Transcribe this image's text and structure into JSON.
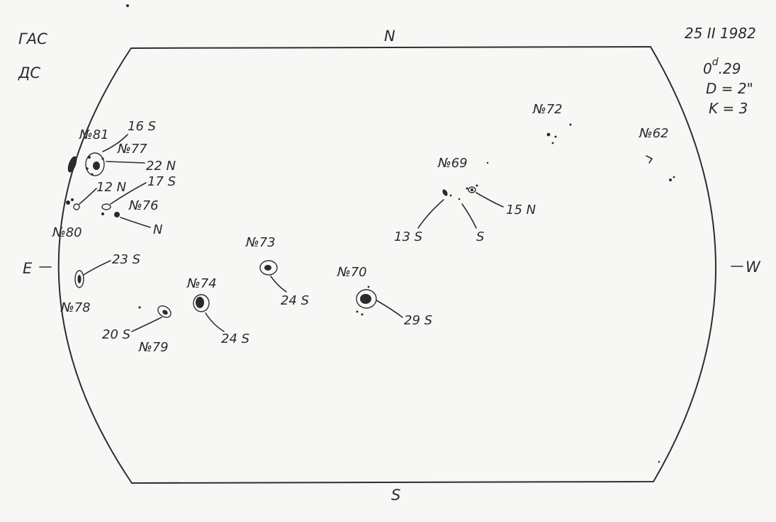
{
  "header": {
    "observatory": "ГАС",
    "station": "ДС",
    "date": "25 II 1982",
    "time_day": "0",
    "time_sup": "d",
    "time_frac": ".29",
    "seeing": "D = 2\"",
    "quality": "K = 3"
  },
  "directions": {
    "north": "N",
    "south": "S",
    "east": "E",
    "west": "W"
  },
  "groups": {
    "g81": {
      "number": "№81",
      "latitude": "16 S"
    },
    "g77": {
      "number": "№77",
      "latitude": "22 N"
    },
    "g80": {
      "number": "№80",
      "latitude": "12 N"
    },
    "g76": {
      "number": "№76",
      "latitude": "17 S",
      "latitude2": "N"
    },
    "g78": {
      "number": "№78",
      "latitude": "23 S"
    },
    "g79": {
      "number": "№79",
      "latitude": "20 S"
    },
    "g74": {
      "number": "№74",
      "latitude": "24 S"
    },
    "g73": {
      "number": "№73",
      "latitude": "24 S"
    },
    "g70": {
      "number": "№70",
      "latitude": "29 S"
    },
    "g69": {
      "number": "№69",
      "latitude": "15 N",
      "latitude2": "13 S",
      "latitude3": "S"
    },
    "g72": {
      "number": "№72"
    },
    "g62": {
      "number": "№62"
    }
  }
}
